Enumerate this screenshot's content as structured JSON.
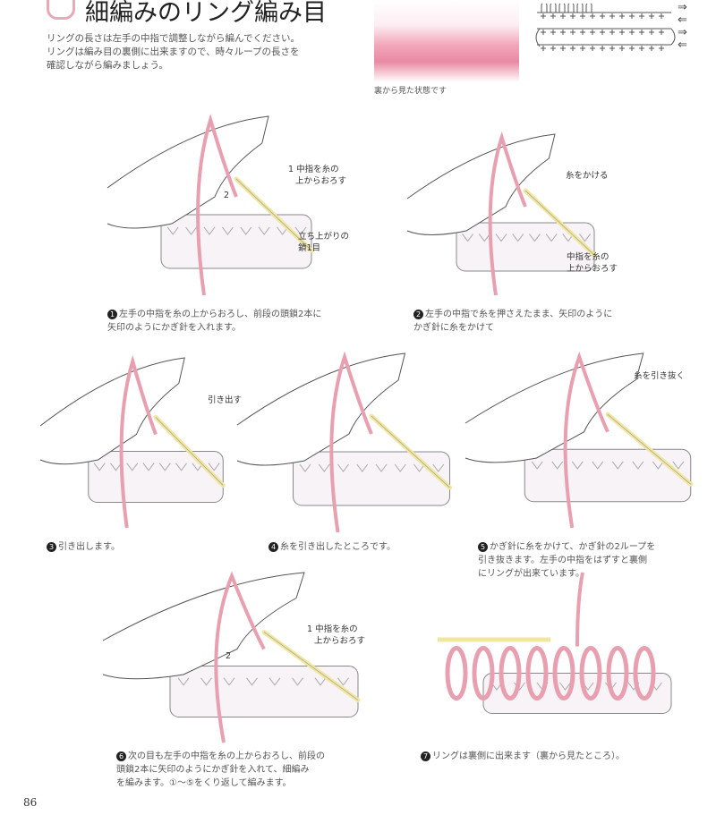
{
  "title": "細編みのリング編み目",
  "intro": [
    "リングの長さは左手の中指で調整しながら編んでください。",
    "リングは編み目の裏側に出来ますので、時々ループの長さを",
    "確認しながら編みましょう。"
  ],
  "photo_caption": "裏から見た状態です",
  "symbol_arrows": [
    "⇒",
    "⇐",
    "⇒",
    "⇐"
  ],
  "steps": [
    {
      "n": "1",
      "text": [
        "左手の中指を糸の上からおろし、前段の頭鎖2本に",
        "矢印のようにかぎ針を入れます。"
      ],
      "labels": [
        "1 中指を糸の",
        "上からおろす",
        "2",
        "立ち上がりの",
        "鎖1目"
      ]
    },
    {
      "n": "2",
      "text": [
        "左手の中指で糸を押さえたまま、矢印のように",
        "かぎ針に糸をかけて"
      ],
      "labels": [
        "糸をかける",
        "中指を糸の",
        "上からおろす"
      ]
    },
    {
      "n": "3",
      "text": [
        "引き出します。"
      ],
      "labels": [
        "引き出す"
      ]
    },
    {
      "n": "4",
      "text": [
        "糸を引き出したところです。"
      ],
      "labels": []
    },
    {
      "n": "5",
      "text": [
        "かぎ針に糸をかけて、かぎ針の2ループを",
        "引き抜きます。左手の中指をはずすと裏側",
        "にリングが出来ています。"
      ],
      "labels": [
        "糸を引き抜く"
      ]
    },
    {
      "n": "6",
      "text": [
        "次の目も左手の中指を糸の上からおろし、前段の",
        "頭鎖2本に矢印のようにかぎ針を入れて、細編み",
        "を編みます。①～⑤をくり返して編みます。"
      ],
      "labels": [
        "1 中指を糸の",
        "上からおろす",
        "2"
      ]
    },
    {
      "n": "7",
      "text": [
        "リングは裏側に出来ます（裏から見たところ）。"
      ],
      "labels": []
    }
  ],
  "page_number": "86",
  "colors": {
    "yarn": "#e8a0b0",
    "hook": "#f0e6a0",
    "accent": "#d98a9a"
  }
}
